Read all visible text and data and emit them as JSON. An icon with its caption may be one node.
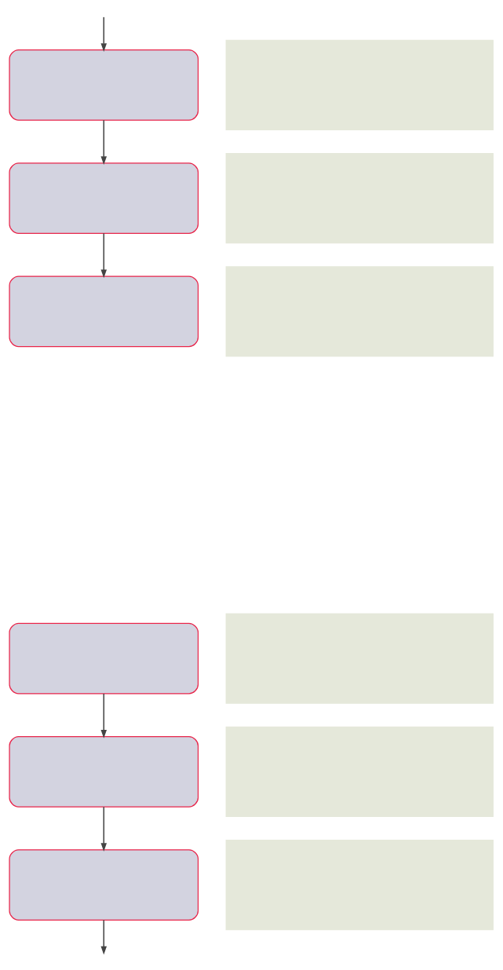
{
  "diagram": {
    "nodes": [
      {
        "text": [],
        "shape": "box"
      },
      {
        "text": [],
        "shape": "box"
      },
      {
        "text": [],
        "shape": "box"
      },
      {
        "text": [],
        "shape": "box"
      },
      {
        "text": [],
        "shape": "box"
      },
      {
        "text": [],
        "shape": "box"
      },
      {
        "text": [],
        "shape": "box"
      },
      {
        "text": [],
        "shape": "box"
      },
      {
        "text": [],
        "shape": "box"
      },
      {
        "text": [],
        "shape": "box"
      },
      {
        "text": [],
        "shape": "box"
      },
      {
        "text": [],
        "shape": "box"
      }
    ],
    "edges": [
      {
        "from": null,
        "to": 0,
        "arrow": "to"
      },
      {
        "from": 0,
        "to": 2,
        "arrow": "to"
      },
      {
        "from": 2,
        "to": 4,
        "arrow": "to"
      },
      {
        "from": 6,
        "to": 8,
        "arrow": "to"
      },
      {
        "from": 8,
        "to": 10,
        "arrow": "to"
      },
      {
        "from": 10,
        "to": null,
        "arrow": "to"
      }
    ]
  }
}
